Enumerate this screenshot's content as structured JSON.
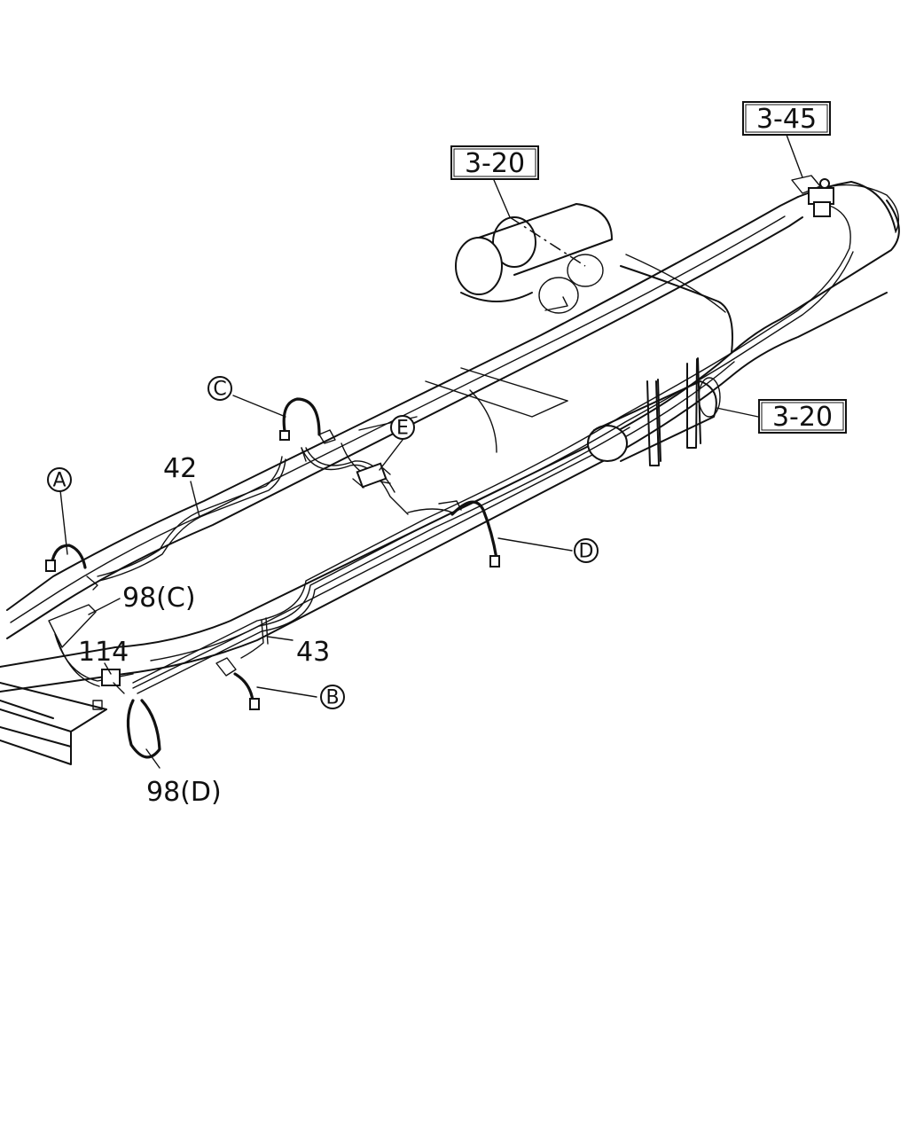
{
  "boxed_refs": [
    {
      "id": "ref-3-45",
      "text": "3-45"
    },
    {
      "id": "ref-3-20-top",
      "text": "3-20"
    },
    {
      "id": "ref-3-20-right",
      "text": "3-20"
    }
  ],
  "circled_refs": [
    {
      "id": "A",
      "text": "A"
    },
    {
      "id": "B",
      "text": "B"
    },
    {
      "id": "C",
      "text": "C"
    },
    {
      "id": "D",
      "text": "D"
    },
    {
      "id": "E",
      "text": "E"
    }
  ],
  "part_labels": [
    {
      "id": "42",
      "text": "42"
    },
    {
      "id": "43",
      "text": "43"
    },
    {
      "id": "114",
      "text": "114"
    },
    {
      "id": "98c",
      "text": "98(C)"
    },
    {
      "id": "98d",
      "text": "98(D)"
    }
  ]
}
